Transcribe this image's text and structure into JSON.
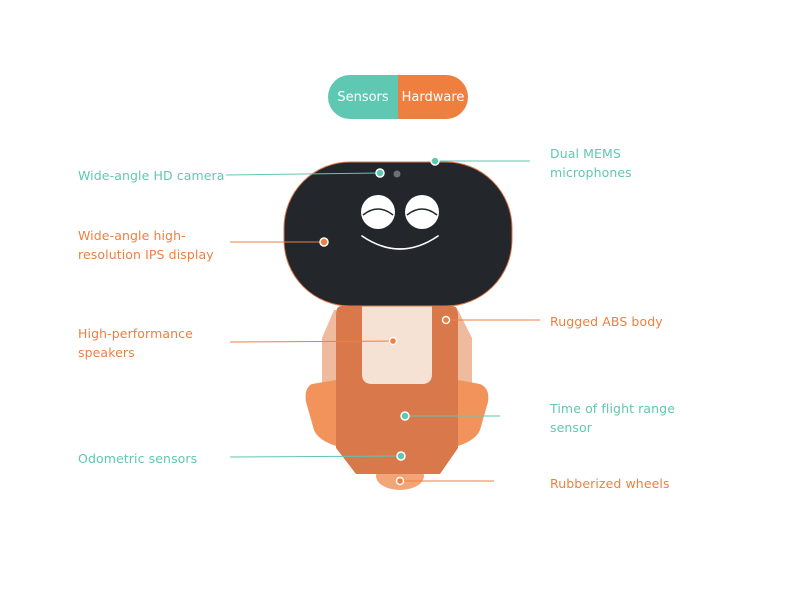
{
  "toggle": {
    "sensors_label": "Sensors",
    "hardware_label": "Hardware",
    "sensors_color": "#5ec8b2",
    "hardware_color": "#ef7f3f"
  },
  "labels": {
    "camera": "Wide-angle HD camera",
    "display": "Wide-angle high-resolution IPS display",
    "speakers": "High-performance speakers",
    "odometric": "Odometric sensors",
    "microphones": "Dual MEMS microphones",
    "body": "Rugged ABS body",
    "tof": "Time of flight range sensor",
    "wheels": "Rubberized wheels"
  },
  "colors": {
    "teal": "#5ec8b2",
    "orange": "#ef7f3f",
    "screen": "#23262b",
    "body_main": "#d9784a",
    "body_light": "#f6e1d5"
  }
}
